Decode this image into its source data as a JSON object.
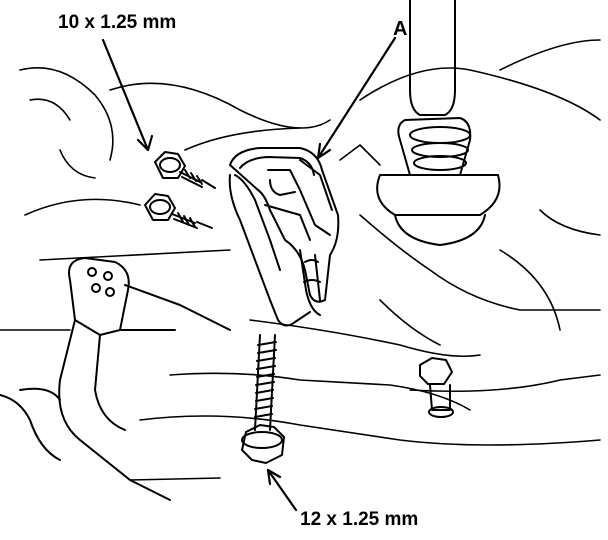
{
  "callouts": {
    "bolt_upper": "10 x 1.25 mm",
    "part_a": "A",
    "bolt_lower": "12 x 1.25 mm"
  },
  "colors": {
    "ink": "#000000",
    "paper": "#ffffff"
  }
}
